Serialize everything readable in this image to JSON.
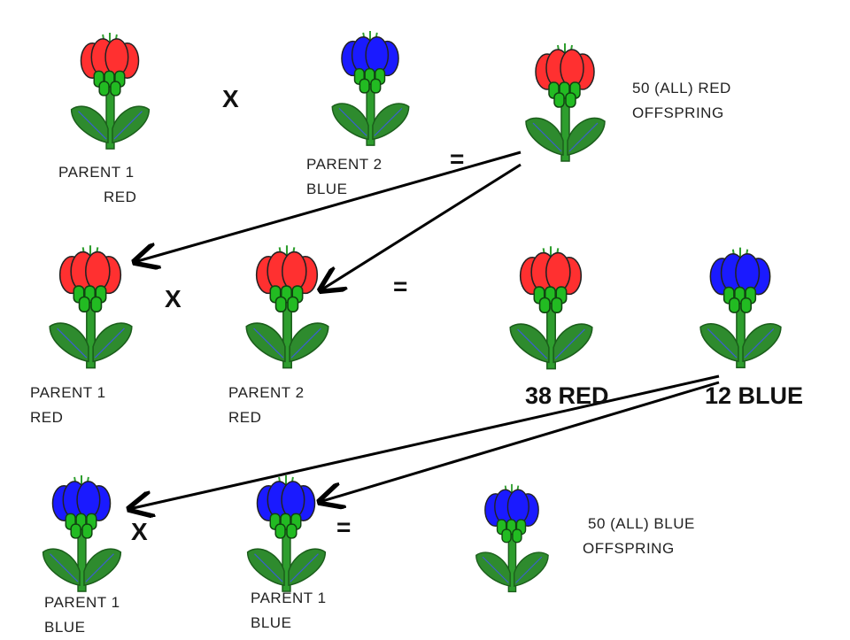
{
  "colors": {
    "red": "#ff3030",
    "blue": "#1a1aff",
    "stem": "#2e9e2e",
    "leaf": "#2e8b2e",
    "center": "#22bb22"
  },
  "row1": {
    "parent1_line1": "PARENT 1",
    "parent1_line2": "RED",
    "cross": "X",
    "parent2_line1": "PARENT 2",
    "parent2_line2": "BLUE",
    "equals": "=",
    "offspring_line1": "50 (ALL) RED",
    "offspring_line2": "OFFSPRING"
  },
  "row2": {
    "parent1_line1": "PARENT 1",
    "parent1_line2": "RED",
    "cross": "X",
    "parent2_line1": "PARENT 2",
    "parent2_line2": "RED",
    "equals": "=",
    "red_count": "38 RED",
    "blue_count": "12 BLUE"
  },
  "row3": {
    "parent1_line1": "PARENT 1",
    "parent1_line2": "BLUE",
    "cross": "X",
    "parent2_line1": "PARENT 1",
    "parent2_line2": "BLUE",
    "equals": "=",
    "offspring_line1": "50 (ALL) BLUE",
    "offspring_line2": "OFFSPRING"
  }
}
